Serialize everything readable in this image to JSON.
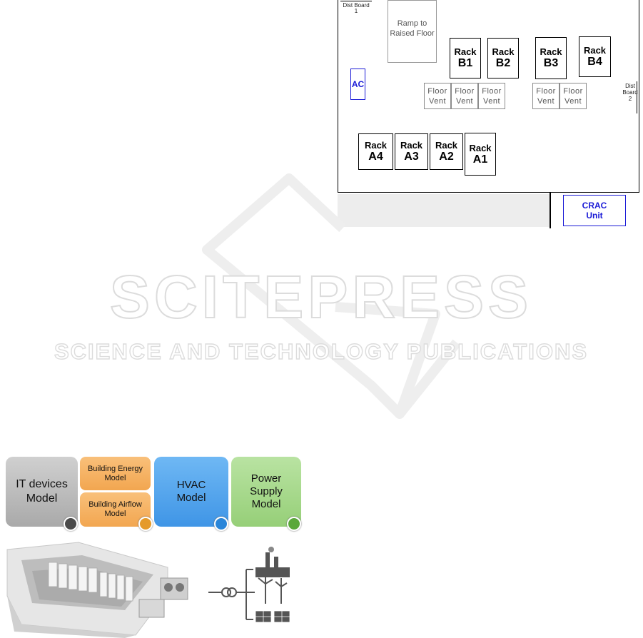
{
  "floorplan": {
    "dist_board_1": [
      "Dist Board",
      "1"
    ],
    "dist_board_2": [
      "Dist",
      "Board",
      "2"
    ],
    "ramp": [
      "Ramp to",
      "Raised Floor"
    ],
    "ac_label": "AC",
    "crac": [
      "CRAC",
      "Unit"
    ],
    "racks_b": [
      {
        "l1": "Rack",
        "l2": "B1"
      },
      {
        "l1": "Rack",
        "l2": "B2"
      },
      {
        "l1": "Rack",
        "l2": "B3"
      },
      {
        "l1": "Rack",
        "l2": "B4"
      }
    ],
    "racks_a": [
      {
        "l1": "Rack",
        "l2": "A4"
      },
      {
        "l1": "Rack",
        "l2": "A3"
      },
      {
        "l1": "Rack",
        "l2": "A2"
      },
      {
        "l1": "Rack",
        "l2": "A1"
      }
    ],
    "vent": [
      "Floor",
      "Vent"
    ]
  },
  "watermark": {
    "title": "SCITEPRESS",
    "subtitle": "SCIENCE AND TECHNOLOGY PUBLICATIONS"
  },
  "models": {
    "it_devices": [
      "IT devices",
      "Model"
    ],
    "building_energy": [
      "Building Energy",
      "Model"
    ],
    "building_airflow": [
      "Building Airflow",
      "Model"
    ],
    "hvac": [
      "HVAC",
      "Model"
    ],
    "power_supply": [
      "Power",
      "Supply",
      "Model"
    ]
  },
  "colors": {
    "ac_blue": "#1a1ad6",
    "tile_gray": "#b8b8b8",
    "tile_orange": "#f5b062",
    "tile_blue": "#4ea3ec",
    "tile_green": "#a6d98a"
  },
  "icons": [
    "server-icon",
    "building-icon",
    "snowflake-icon",
    "power-plug-icon",
    "factory-icon",
    "wind-turbine-icon",
    "solar-panel-icon",
    "transformer-icon"
  ]
}
